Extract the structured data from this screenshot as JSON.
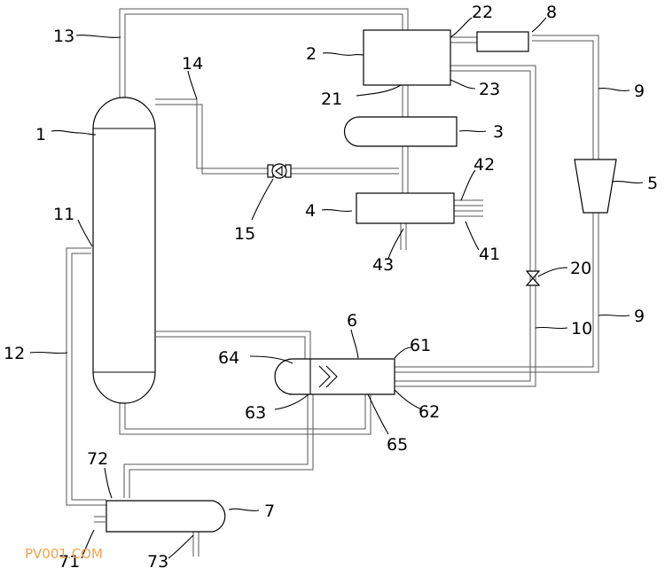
{
  "labels": {
    "n1": "1",
    "n2": "2",
    "n3": "3",
    "n4": "4",
    "n5": "5",
    "n6": "6",
    "n7": "7",
    "n8": "8",
    "n9a": "9",
    "n9b": "9",
    "n10": "10",
    "n11": "11",
    "n12": "12",
    "n13": "13",
    "n14": "14",
    "n15": "15",
    "n20": "20",
    "n21": "21",
    "n22": "22",
    "n23": "23",
    "n41": "41",
    "n42": "42",
    "n43": "43",
    "n61": "61",
    "n62": "62",
    "n63": "63",
    "n64": "64",
    "n65": "65",
    "n71": "71",
    "n72": "72",
    "n73": "73"
  },
  "watermark": "PV001.COM"
}
